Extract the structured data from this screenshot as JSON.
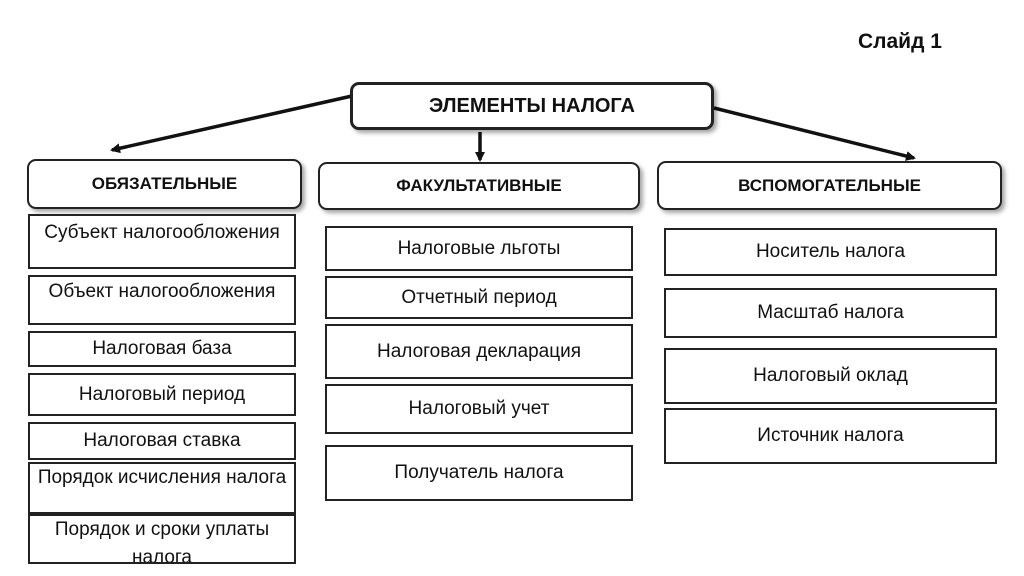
{
  "slide_label": "Слайд 1",
  "root": "ЭЛЕМЕНТЫ НАЛОГА",
  "categories": {
    "mandatory": "ОБЯЗАТЕЛЬНЫЕ",
    "optional": "ФАКУЛЬТАТИВНЫЕ",
    "auxiliary": "ВСПОМОГАТЕЛЬНЫЕ"
  },
  "mandatory_items": [
    "Субъект налогообложения",
    "Объект налогообложения",
    "Налоговая база",
    "Налоговый период",
    "Налоговая ставка",
    "Порядок исчисления налога",
    "Порядок и сроки уплаты налога"
  ],
  "optional_items": [
    "Налоговые льготы",
    "Отчетный период",
    "Налоговая декларация",
    "Налоговый учет",
    "Получатель налога"
  ],
  "auxiliary_items": [
    "Носитель налога",
    "Масштаб налога",
    "Налоговый оклад",
    "Источник налога"
  ]
}
